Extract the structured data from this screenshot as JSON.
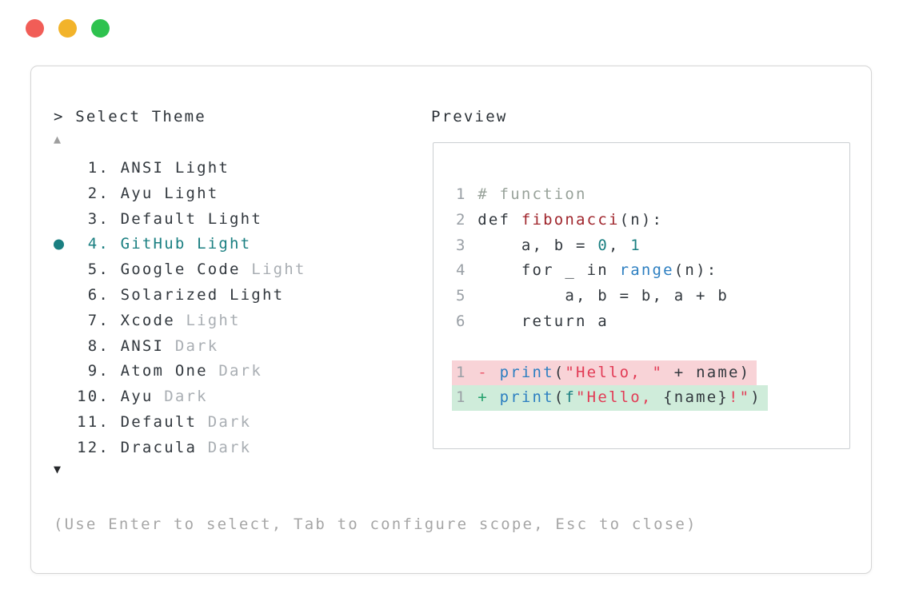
{
  "window": {
    "traffic_lights": [
      {
        "name": "close",
        "color": "#f15d57"
      },
      {
        "name": "minimize",
        "color": "#f2b32a"
      },
      {
        "name": "zoom",
        "color": "#2ec24e"
      }
    ]
  },
  "picker": {
    "prompt": "> Select Theme",
    "scroll_up": "▲",
    "scroll_down": "▼",
    "items": [
      {
        "number": "1.",
        "name": "ANSI",
        "suffix": "Light",
        "muted": false,
        "selected": false
      },
      {
        "number": "2.",
        "name": "Ayu",
        "suffix": "Light",
        "muted": false,
        "selected": false
      },
      {
        "number": "3.",
        "name": "Default",
        "suffix": "Light",
        "muted": false,
        "selected": false
      },
      {
        "number": "4.",
        "name": "GitHub",
        "suffix": "Light",
        "muted": false,
        "selected": true
      },
      {
        "number": "5.",
        "name": "Google Code",
        "suffix": "Light",
        "muted": true,
        "selected": false
      },
      {
        "number": "6.",
        "name": "Solarized",
        "suffix": "Light",
        "muted": false,
        "selected": false
      },
      {
        "number": "7.",
        "name": "Xcode",
        "suffix": "Light",
        "muted": true,
        "selected": false
      },
      {
        "number": "8.",
        "name": "ANSI",
        "suffix": "Dark",
        "muted": true,
        "selected": false
      },
      {
        "number": "9.",
        "name": "Atom One",
        "suffix": "Dark",
        "muted": true,
        "selected": false
      },
      {
        "number": "10.",
        "name": "Ayu",
        "suffix": "Dark",
        "muted": true,
        "selected": false
      },
      {
        "number": "11.",
        "name": "Default",
        "suffix": "Dark",
        "muted": true,
        "selected": false
      },
      {
        "number": "12.",
        "name": "Dracula",
        "suffix": "Dark",
        "muted": true,
        "selected": false
      }
    ],
    "help": "(Use Enter to select, Tab to configure scope, Esc to close)"
  },
  "preview": {
    "label": "Preview",
    "code": {
      "lines": [
        {
          "num": "1",
          "tokens": [
            [
              " # function",
              "comment"
            ]
          ]
        },
        {
          "num": "2",
          "tokens": [
            [
              " def ",
              "plain"
            ],
            [
              "fibonacci",
              "funcname"
            ],
            [
              "(n):",
              "plain"
            ]
          ]
        },
        {
          "num": "3",
          "tokens": [
            [
              "     a, b = ",
              "plain"
            ],
            [
              "0",
              "number"
            ],
            [
              ", ",
              "plain"
            ],
            [
              "1",
              "number"
            ]
          ]
        },
        {
          "num": "4",
          "tokens": [
            [
              "     for _ in ",
              "plain"
            ],
            [
              "range",
              "call"
            ],
            [
              "(n):",
              "plain"
            ]
          ]
        },
        {
          "num": "5",
          "tokens": [
            [
              "         a, b = b, a + b",
              "plain"
            ]
          ]
        },
        {
          "num": "6",
          "tokens": [
            [
              "     return a",
              "plain"
            ]
          ]
        },
        {
          "blank": true
        },
        {
          "num": "1",
          "diff": "removed",
          "tokens": [
            [
              " - ",
              "diffminus"
            ],
            [
              "print",
              "call"
            ],
            [
              "(",
              "plain"
            ],
            [
              "\"Hello, \"",
              "string"
            ],
            [
              " + name)",
              "plain"
            ]
          ]
        },
        {
          "num": "1",
          "diff": "added",
          "tokens": [
            [
              " + ",
              "diffplus"
            ],
            [
              "print",
              "call"
            ],
            [
              "(",
              "plain"
            ],
            [
              "f",
              "number"
            ],
            [
              "\"Hello, ",
              "string"
            ],
            [
              "{name}",
              "plain"
            ],
            [
              "!\"",
              "string"
            ],
            [
              ")",
              "plain"
            ]
          ]
        }
      ]
    }
  },
  "colors": {
    "traffic_red": "#f15d57",
    "traffic_yellow": "#f2b32a",
    "traffic_green": "#2ec24e",
    "accent_teal": "#1a7f81",
    "text_dark": "#32383e",
    "text_muted": "#a9aeb3",
    "syntax_comment": "#98a29a",
    "syntax_funcname": "#a0262d",
    "syntax_call": "#2d7fc1",
    "syntax_number": "#1a7f81",
    "syntax_string": "#e23b55",
    "diff_minus": "#ea5a6e",
    "diff_plus": "#22a06b",
    "diff_removed_bg": "#f8d3d7",
    "diff_added_bg": "#cfecda"
  }
}
